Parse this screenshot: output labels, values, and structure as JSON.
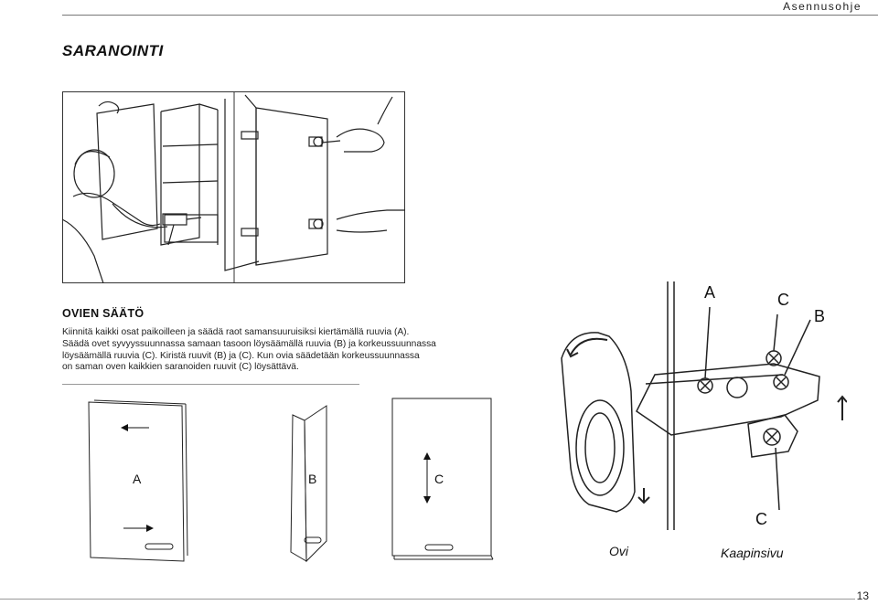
{
  "header": {
    "doc_title": "Asennusohje"
  },
  "section": {
    "title": "SARANOINTI"
  },
  "adjust": {
    "title": "OVIEN SÄÄTÖ",
    "lines": [
      "Kiinnitä kaikki osat paikoilleen ja säädä raot samansuuruisiksi kiertämällä ruuvia (A).",
      "Säädä ovet syvyyssuunnassa samaan tasoon löysäämällä ruuvia (B) ja korkeussuunnassa",
      "löysäämällä ruuvia (C). Kiristä ruuvit (B) ja (C). Kun ovia säädetään korkeussuunnassa",
      "on saman oven kaikkien saranoiden ruuvit (C) löysättävä."
    ]
  },
  "door_panels": [
    "A",
    "B",
    "C"
  ],
  "hinge": {
    "label_a": "A",
    "label_c_top": "C",
    "label_b": "B",
    "label_c_bottom": "C",
    "label_door": "Ovi",
    "label_cabinet_side": "Kaapinsivu"
  },
  "footer": {
    "page_number": "13"
  },
  "icons": [
    "installer-illustration",
    "cabinet-hinge-illustration",
    "hinge-diagram"
  ]
}
